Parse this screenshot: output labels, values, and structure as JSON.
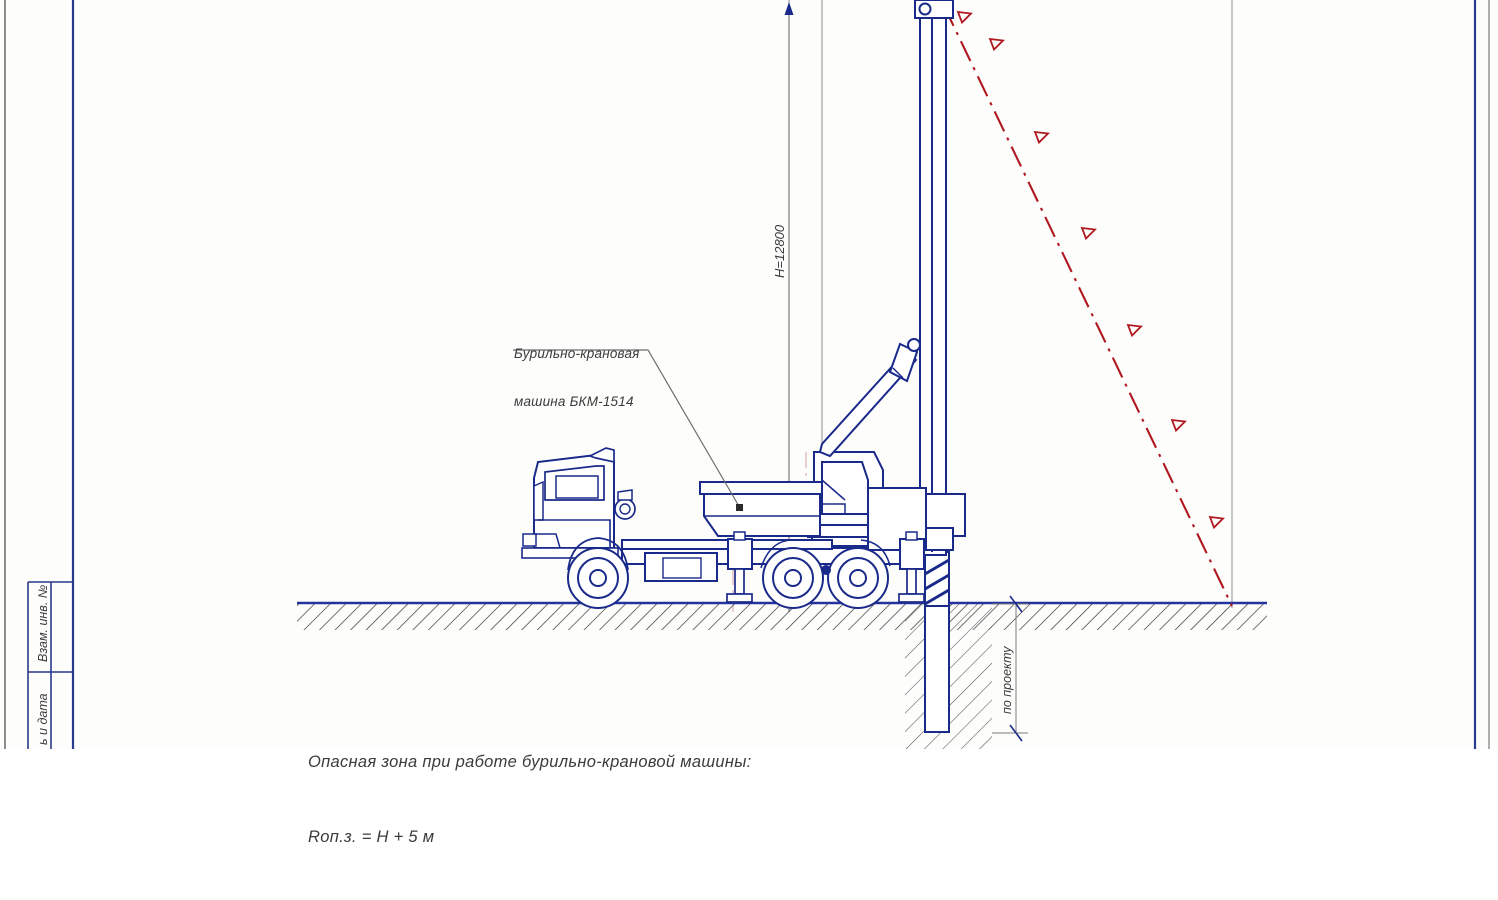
{
  "drawing": {
    "title": "Опасная зона при работе бурильно-крановой машины",
    "sheet_kind": "construction-section-drawing",
    "colors": {
      "machine_outline": "#1a2a8a",
      "ground_line": "#24349c",
      "danger_zone": "#b01820",
      "annotation_text": "#3b3b3b",
      "frame_border": "#2a3a8c",
      "hatch": "#2b2b2b",
      "background": "#fdfdfc"
    }
  },
  "annotations": {
    "machine_label_line1": "Бурильно-крановая",
    "machine_label_line2": "машина БКМ-1514",
    "height_dimension": "Н=12800",
    "depth_dimension": "по проекту"
  },
  "notes": {
    "line1": "Опасная зона при работе бурильно-крановой машины:",
    "line2": "Rоп.з. = Н + 5 м"
  },
  "title_block": {
    "rows": [
      {
        "label": "Взам. инв. №"
      },
      {
        "label": "ь и дата"
      }
    ]
  },
  "elements": {
    "truck": "КамАЗ chassis side view",
    "mast": "drilling mast vertical",
    "auger": "auger screw in borehole",
    "outriggers": "two outrigger jacks",
    "cab": "operator cab",
    "boom_cylinder": "hydraulic lift cylinder",
    "pulley": "mast head pulley",
    "borehole": "bored pile hole"
  }
}
